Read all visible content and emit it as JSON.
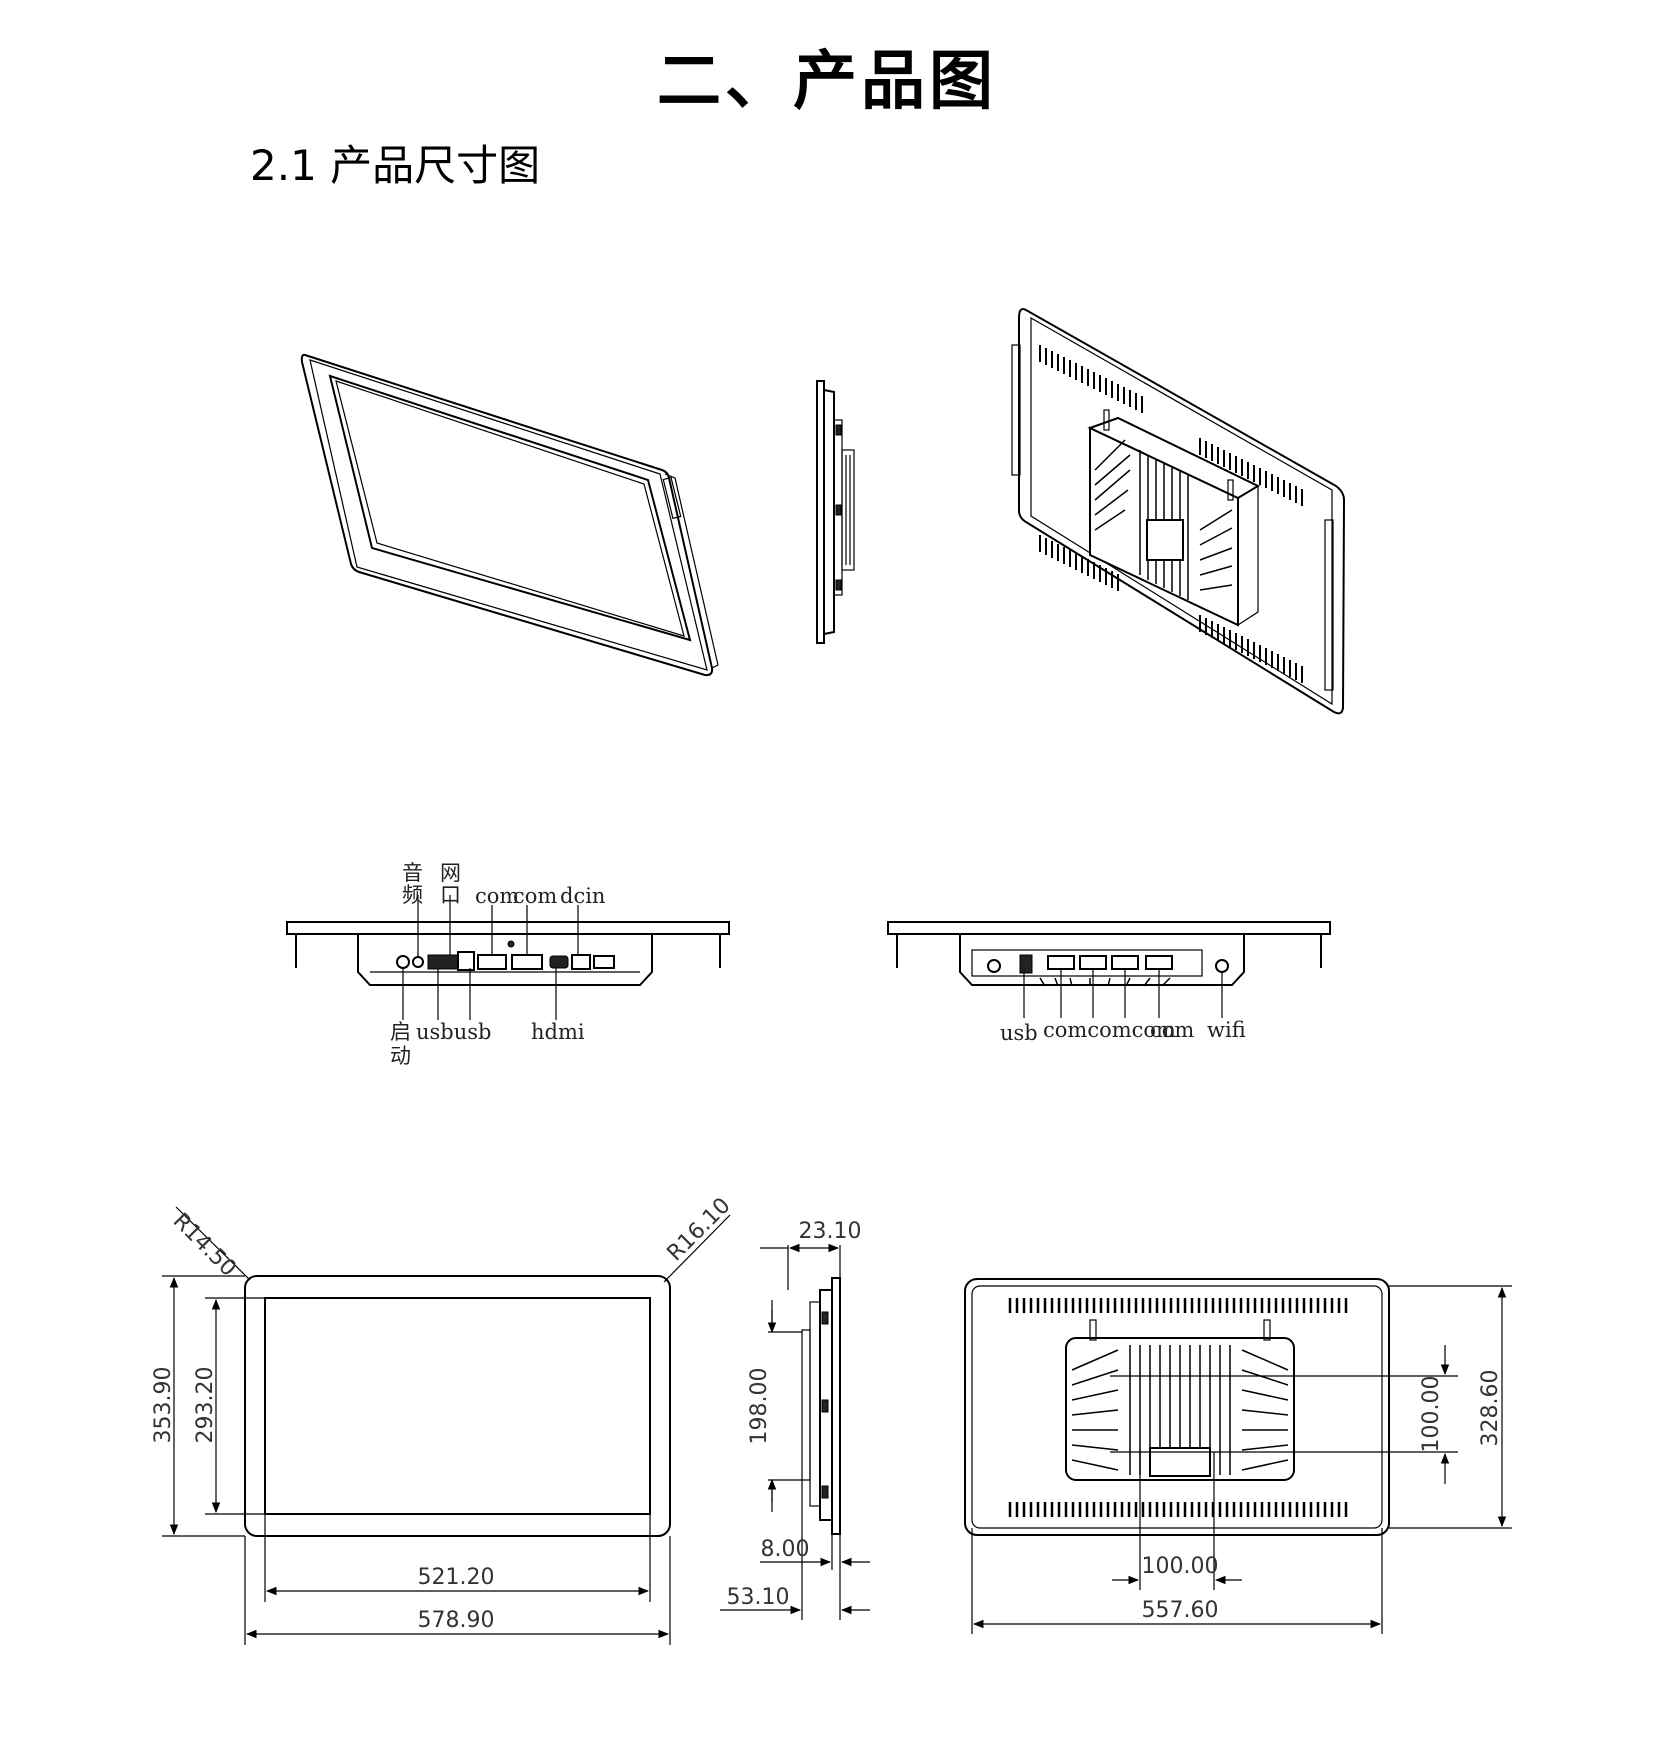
{
  "page": {
    "title": "二、产品图",
    "section": "2.1 产品尺寸图"
  },
  "port_labels_left": {
    "audio_line1": "音",
    "audio_line2": "频",
    "lan_line1": "网",
    "lan_line2": "口",
    "com1": "com",
    "com2": "com",
    "dcin": "dcin",
    "power_line1": "启",
    "power_line2": "动",
    "usb_pair": "usbusb",
    "hdmi": "hdmi"
  },
  "port_labels_right": {
    "usb": "usb",
    "com_group": "comcomcom",
    "com_last": "com",
    "wifi": "wifi"
  },
  "dimensions": {
    "radius_left": "R14.50",
    "radius_right": "R16.10",
    "outer_height": "353.90",
    "screen_height": "293.20",
    "screen_width": "521.20",
    "outer_width": "578.90",
    "side_top_depth": "23.10",
    "side_height": "198.00",
    "side_frame": "8.00",
    "side_total_depth": "53.10",
    "rear_mount_v": "100.00",
    "rear_height": "328.60",
    "rear_mount_h": "100.00",
    "rear_width": "557.60"
  }
}
